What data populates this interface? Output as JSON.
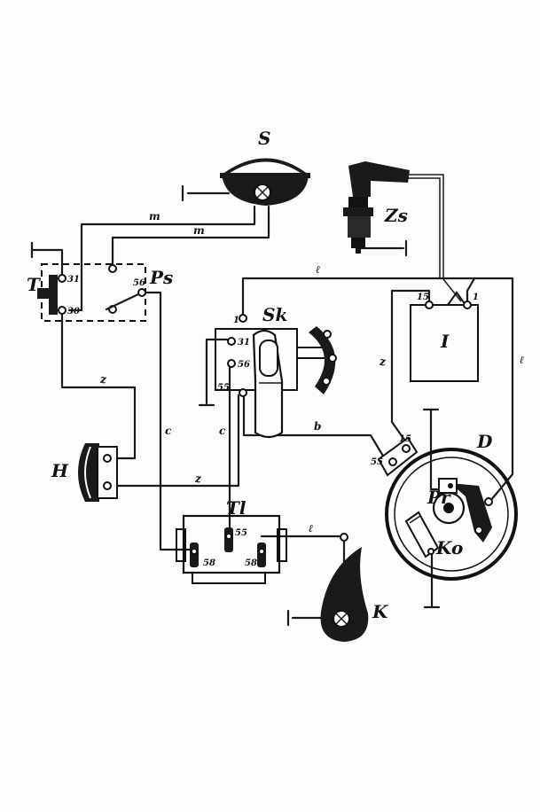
{
  "components": {
    "S": "S",
    "Zs": "Zs",
    "T": "T",
    "Ps": "Ps",
    "Sk": "Sk",
    "I": "I",
    "H": "H",
    "D": "D",
    "Pr": "Pr",
    "Ko": "Ko",
    "Tl": "Tl",
    "K": "K"
  },
  "terminals": {
    "t31_T": "31",
    "t30_T": "30",
    "t56_Ps": "56",
    "t1_Sk": "1",
    "t31_Sk": "31",
    "t56_Sk": "56",
    "t55_Sk": "55",
    "t15_I": "15",
    "t1_I": "1",
    "t15_D": "15",
    "t55_D": "55",
    "t55_Tl": "55",
    "t58_Tl_left": "58",
    "t58_Tl_right": "58"
  },
  "wires": {
    "m1": "m",
    "m2": "m",
    "l_top": "ℓ",
    "l_right": "ℓ",
    "l_k": "ℓ",
    "z_left": "z",
    "z_bottom": "z",
    "z_right": "z",
    "c1": "c",
    "c2": "c",
    "b": "b"
  },
  "colors": {
    "ink": "#111111",
    "paper": "#fdfdfb"
  }
}
